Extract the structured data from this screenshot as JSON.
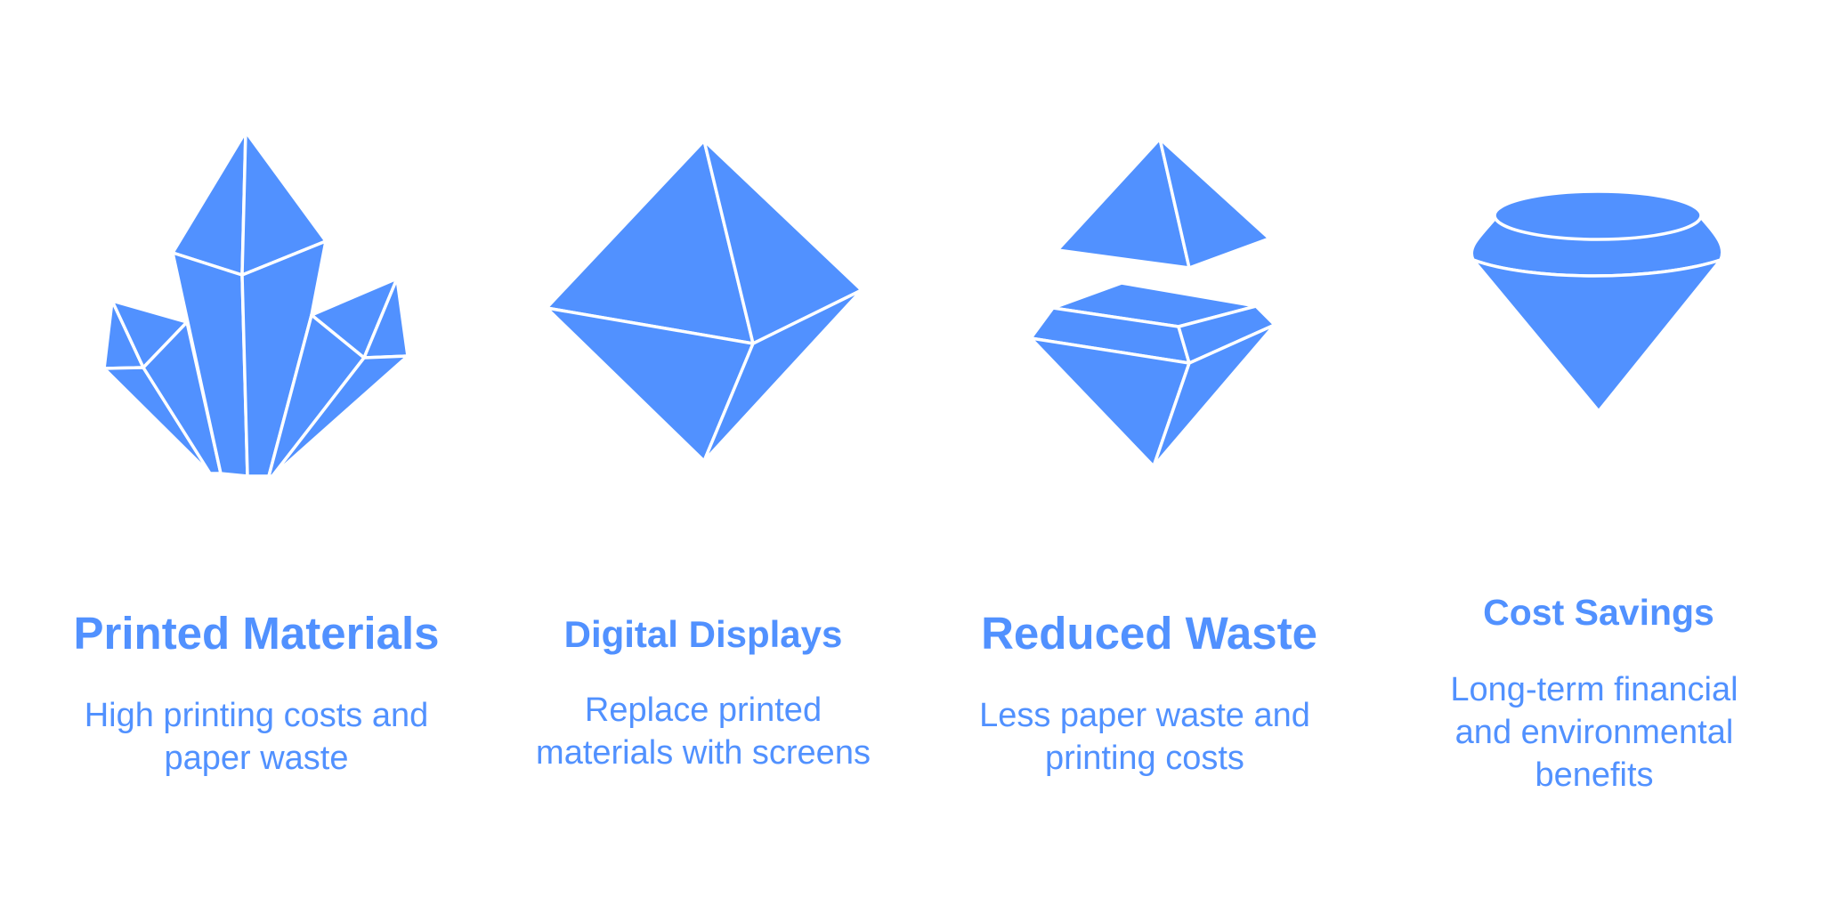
{
  "accent_color": "#5191FF",
  "steps": [
    {
      "icon": "crystal-cluster-icon",
      "title": "Printed Materials",
      "desc_line1": "High printing costs and",
      "desc_line2": "paper waste"
    },
    {
      "icon": "octahedron-icon",
      "title": "Digital Displays",
      "desc_line1": "Replace printed",
      "desc_line2": "materials with screens"
    },
    {
      "icon": "split-gem-icon",
      "title": "Reduced Waste",
      "desc_line1": "Less paper waste and",
      "desc_line2": "printing costs"
    },
    {
      "icon": "cut-diamond-icon",
      "title": "Cost Savings",
      "desc_line1": "Long-term financial",
      "desc_line2": "and environmental",
      "desc_line3": "benefits"
    }
  ]
}
